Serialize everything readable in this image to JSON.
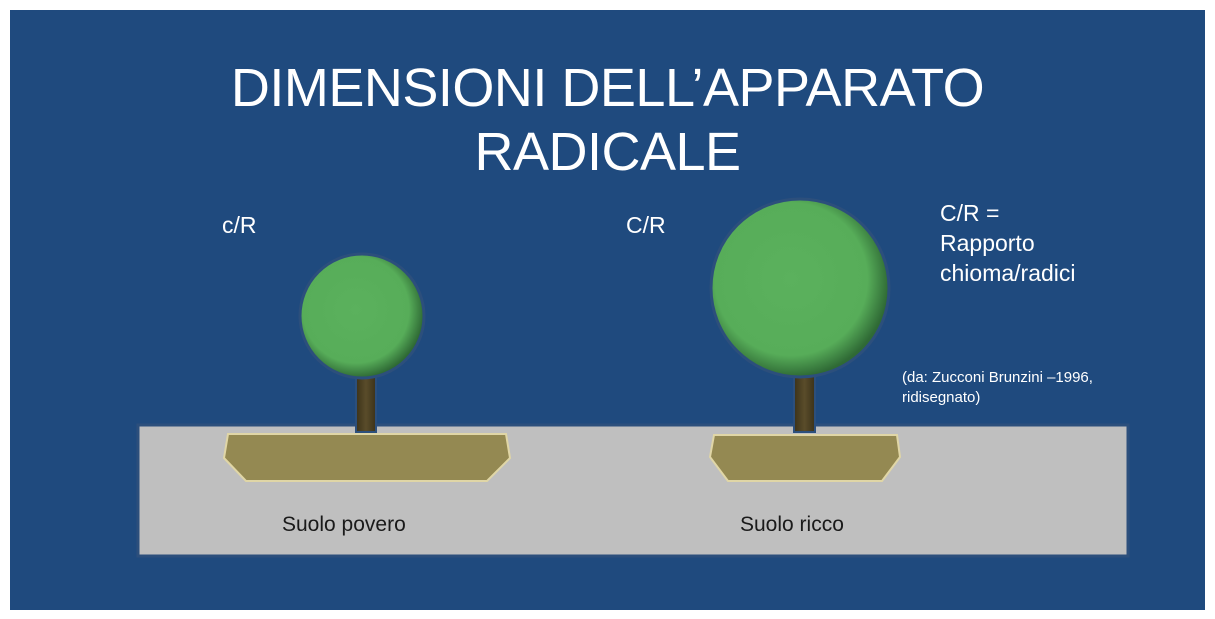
{
  "title_line1": "DIMENSIONI DELL’APPARATO",
  "title_line2": "RADICALE",
  "left_ratio_label": "c/R",
  "right_ratio_label": "C/R",
  "definition": {
    "line1": "C/R =",
    "line2": "Rapporto",
    "line3": "chioma/radici"
  },
  "source": {
    "line1": "(da: Zucconi Brunzini –1996,",
    "line2": "ridisegnato)"
  },
  "soil_left_label": "Suolo povero",
  "soil_right_label": "Suolo ricco",
  "colors": {
    "background": "#1f4a7e",
    "canopy": "#5bb15d",
    "trunk": "#4a3e22",
    "root": "#948952",
    "soil": "#bfbfbf"
  }
}
